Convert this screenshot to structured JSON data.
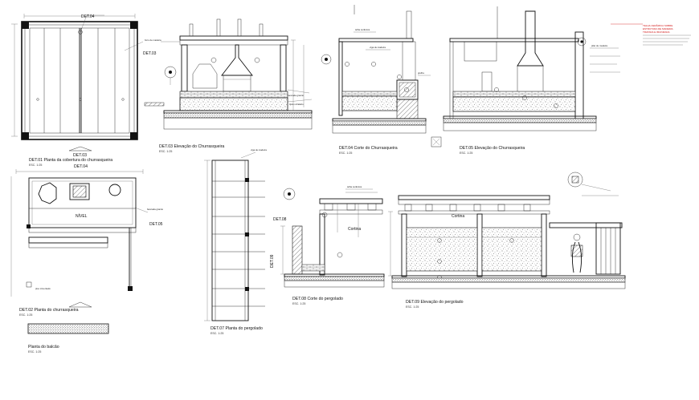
{
  "colors": {
    "ink": "#111111",
    "annotation_red": "#d01010",
    "paper": "#ffffff"
  },
  "details": {
    "det01": {
      "title": "DET.01  Planta da cobertura do churrasqueira",
      "scale": "ESC. 1:25"
    },
    "det02": {
      "title": "DET.02  Planta do churrasqueira",
      "scale": "ESC. 1:25"
    },
    "det03": {
      "title": "DET.03  Elevação do Churrasqueira",
      "scale": "ESC. 1:25"
    },
    "det04": {
      "title": "DET.04  Corte do Churrasqueira",
      "scale": "ESC. 1:25"
    },
    "det05": {
      "title": "DET.05  Elevação do Churrasqueira",
      "scale": "ESC. 1:25"
    },
    "det07": {
      "title": "DET.07  Planta do pergolado",
      "scale": "ESC. 1:25"
    },
    "det08": {
      "title": "DET.08  Corte do pergolado",
      "scale": "ESC. 1:25"
    },
    "det09": {
      "title": "DET.09  Elevação do pergolado",
      "scale": "ESC. 1:25"
    },
    "balcao": {
      "title": "Planta do balcão",
      "scale": "ESC. 1:25"
    }
  },
  "callouts": {
    "det04_top": "DET.04",
    "det03_side": "DET.03",
    "det03_plan": "DET.03",
    "det04_plan": "DET.04",
    "det05_plan": "DET.05",
    "det08_plan": "DET.08",
    "det09_plan": "DET.09"
  },
  "notes": {
    "cortina": "Cortina",
    "nivel": "NÍVEL",
    "bancada": "bancada granito",
    "tijolo": "tijolo refratário",
    "grelha": "grelha",
    "forro": "forro de madeira",
    "telha": "telha cerâmica",
    "viga": "viga de madeira",
    "pilar": "pilar de madeira",
    "piso": "piso cimentado",
    "red1": "TELHA CERÂMICA SOBRE",
    "red2": "ESTRUTURA DE MADEIRA",
    "red3": "TRATADA E IMUNIZADA"
  }
}
